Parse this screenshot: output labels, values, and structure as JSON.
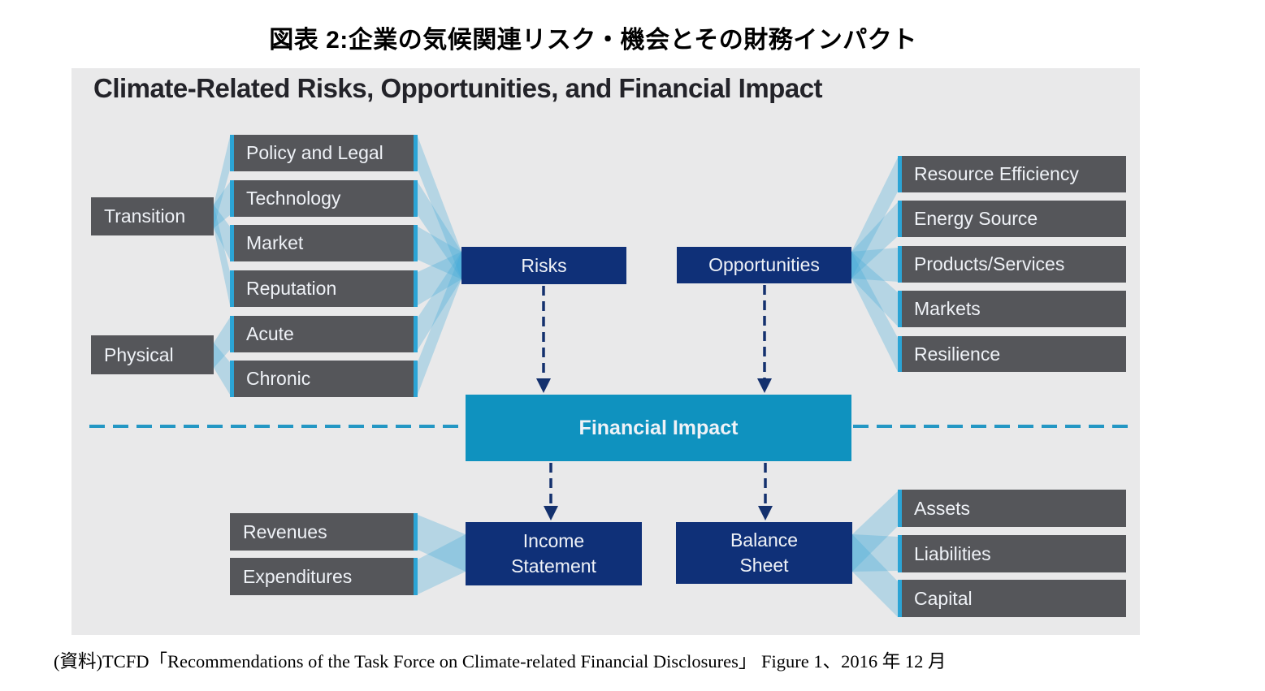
{
  "title": {
    "japanese": "図表 2:企業の気候関連リスク・機会とその財務インパクト"
  },
  "panel": {
    "heading": "Climate-Related Risks, Opportunities, and Financial Impact"
  },
  "diagram": {
    "risk_types": [
      {
        "label": "Transition",
        "items": [
          "Policy and Legal",
          "Technology",
          "Market",
          "Reputation"
        ]
      },
      {
        "label": "Physical",
        "items": [
          "Acute",
          "Chronic"
        ]
      }
    ],
    "risks_label": "Risks",
    "opportunities_label": "Opportunities",
    "opportunity_items": [
      "Resource Efficiency",
      "Energy Source",
      "Products/Services",
      "Markets",
      "Resilience"
    ],
    "financial_impact_label": "Financial Impact",
    "income_statement_label": "Income\nStatement",
    "balance_sheet_label": "Balance\nSheet",
    "income_items": [
      "Revenues",
      "Expenditures"
    ],
    "balance_items": [
      "Assets",
      "Liabilities",
      "Capital"
    ]
  },
  "colors": {
    "panel_background": "#E9E9EA",
    "category_box_gray": "#55565A",
    "primary_navy": "#0F3078",
    "financial_impact_cyan": "#0F92BF",
    "accent_stripe_blue": "#2BA4D5",
    "connector_fan_blue": "#3FA8D8",
    "dashed_boundary_blue": "#2497C4",
    "arrow_navy": "#14316E"
  },
  "caption": {
    "source": "(資料)TCFD「Recommendations of the Task Force on Climate-related Financial Disclosures」 Figure 1、2016 年 12 月"
  }
}
